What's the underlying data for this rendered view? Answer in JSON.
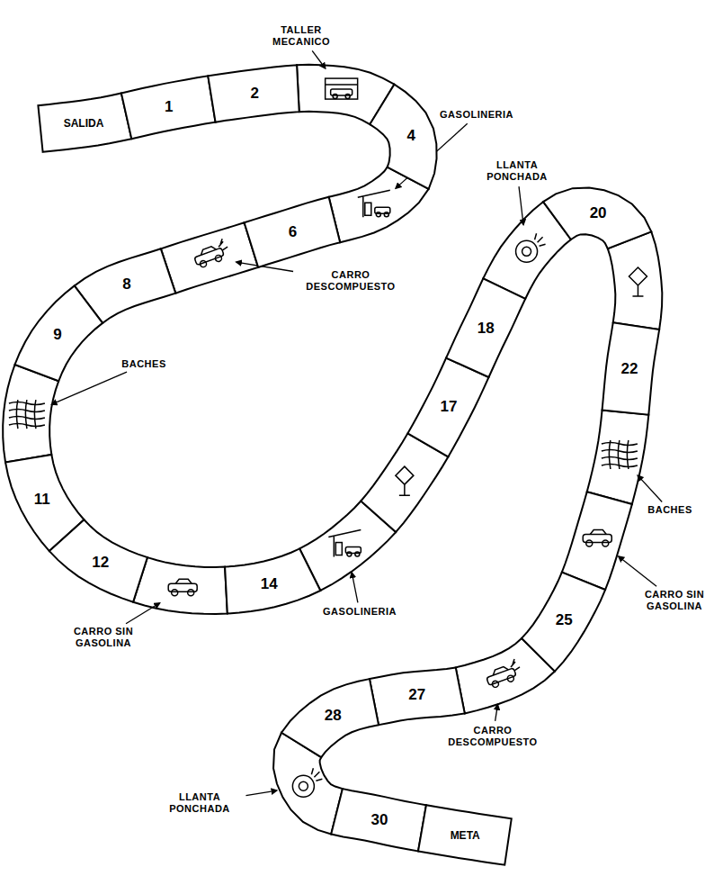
{
  "diagram": {
    "nodes": [
      {
        "text": [
          "SALIDA"
        ]
      },
      {
        "text": [
          "1"
        ]
      },
      {
        "text": [
          "2"
        ]
      },
      {
        "text": [
          "4"
        ]
      },
      {
        "text": [
          "6"
        ]
      },
      {
        "text": [
          "8"
        ]
      },
      {
        "text": [
          "9"
        ]
      },
      {
        "text": [
          "11"
        ]
      },
      {
        "text": [
          "12"
        ]
      },
      {
        "text": [
          "14"
        ]
      },
      {
        "text": [
          "17"
        ]
      },
      {
        "text": [
          "18"
        ]
      },
      {
        "text": [
          "20"
        ]
      },
      {
        "text": [
          "22"
        ]
      },
      {
        "text": [
          "25"
        ]
      },
      {
        "text": [
          "27"
        ]
      },
      {
        "text": [
          "28"
        ]
      },
      {
        "text": [
          "30"
        ]
      },
      {
        "text": [
          "META"
        ]
      }
    ],
    "labels": [
      "TALLER MECANICO",
      "GASOLINERIA",
      "CARRO DESCOMPUESTO",
      "BACHES",
      "CARRO SIN GASOLINA",
      "GASOLINERIA",
      "LLANTA PONCHADA",
      "BACHES",
      "CARRO SIN GASOLINA",
      "CARRO DESCOMPUESTO",
      "LLANTA PONCHADA"
    ]
  }
}
